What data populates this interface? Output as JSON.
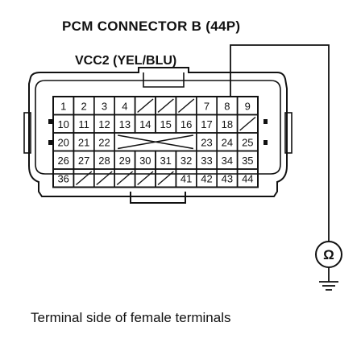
{
  "title": "PCM CONNECTOR B (44P)",
  "wire_label": "VCC2 (YEL/BLU)",
  "caption": "Terminal side of female terminals",
  "meter_symbol": "Ω",
  "meter_icon": "ohmmeter-icon",
  "ground_icon": "ground-icon",
  "probed_terminal": "8",
  "rows": [
    [
      "1",
      "2",
      "3",
      "4",
      "",
      "",
      "",
      "7",
      "8",
      "9"
    ],
    [
      "10",
      "11",
      "12",
      "13",
      "14",
      "15",
      "16",
      "17",
      "18",
      ""
    ],
    [
      "20",
      "21",
      "22",
      "",
      "",
      "",
      "",
      "23",
      "24",
      "25"
    ],
    [
      "26",
      "27",
      "28",
      "29",
      "30",
      "31",
      "32",
      "33",
      "34",
      "35"
    ],
    [
      "36",
      "",
      "",
      "",
      "",
      "",
      "41",
      "42",
      "43",
      "44"
    ]
  ]
}
